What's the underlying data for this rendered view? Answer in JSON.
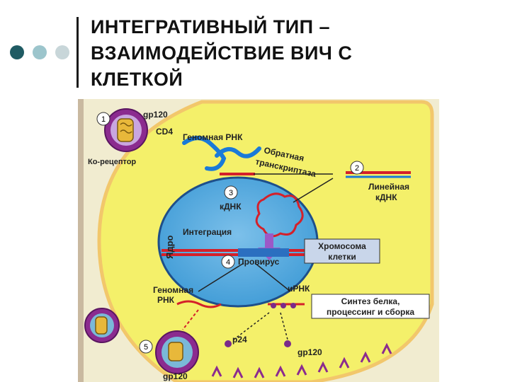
{
  "slide": {
    "title_lines": [
      "ИНТЕГРАТИВНЫЙ ТИП –",
      "ВЗАИМОДЕЙСТВИЕ ВИЧ С",
      "КЛЕТКОЙ"
    ],
    "bullet_colors": [
      "#1f5b63",
      "#9cc5cc",
      "#c8d6d9"
    ]
  },
  "diagram": {
    "colors": {
      "background": "#f1ecd0",
      "cytoplasm": "#f4f06a",
      "cell_border": "#f2c76b",
      "nucleus_fill": "#3f9bd6",
      "nucleus_inner": "#6fb6e4",
      "virus_body": "#8b2b8f",
      "virus_core": "#e8b83a",
      "dna_red": "#d4202a",
      "label_box": "#c9d6ea"
    },
    "steps": [
      "1",
      "2",
      "3",
      "4",
      "5"
    ],
    "labels": {
      "gp120_top": "gp120",
      "cd4": "CD4",
      "coreceptor": "Ко-рецептор",
      "genomic_rna": "Геномная РНК",
      "rt_line1": "Обратная",
      "rt_line2": "транскриптаза",
      "linear_dna_line1": "Линейная",
      "linear_dna_line2": "кДНК",
      "cdna": "кДНК",
      "integration": "Интеграция",
      "nucleus": "Ядро",
      "chromosome_line1": "Хромосома",
      "chromosome_line2": "клетки",
      "provirus": "Провирус",
      "genomic_rna_2_line1": "Геномная",
      "genomic_rna_2_line2": "РНК",
      "mrna": "иРНК",
      "synthesis_line1": "Синтез белка,",
      "synthesis_line2": "процессинг и сборка",
      "p24": "p24",
      "gp120_mid": "gp120",
      "gp120_bottom": "gp120"
    }
  }
}
